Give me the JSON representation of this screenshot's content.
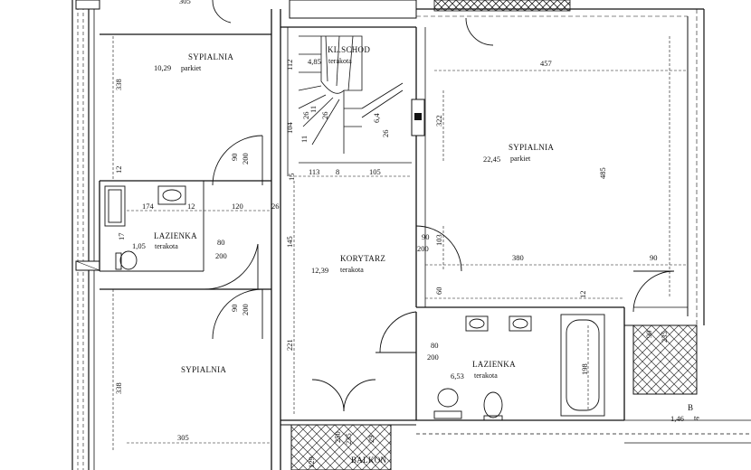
{
  "rooms": {
    "top_dim": "305",
    "bed_tl": {
      "name": "SYPIALNIA",
      "area": "10,29",
      "floor": "parkiet",
      "h": "338",
      "wall": "12"
    },
    "stair": {
      "name": "KL.SCHOD",
      "area": "4,85",
      "floor": "terakota",
      "d112": "112",
      "d104": "104",
      "d26a": "26",
      "d11a": "11",
      "d11b": "11",
      "d26b": "26",
      "d64": "6,4",
      "d26c": "26"
    },
    "bed_tr": {
      "name": "SYPIALNIA",
      "area": "22,45",
      "floor": "parkiet",
      "w": "457",
      "h": "485",
      "d322": "322",
      "w2": "380",
      "d90": "90",
      "d60": "60",
      "d12": "12"
    },
    "door_a": {
      "w": "90",
      "h": "200"
    },
    "hall_dims": {
      "d113": "113",
      "d8": "8",
      "d105": "105",
      "d15": "15",
      "d120": "120",
      "d174": "174",
      "d12": "12",
      "d26": "26",
      "d17": "17"
    },
    "bath_small": {
      "name": "LAZIENKA",
      "area": "1,05",
      "floor": "terakota",
      "door_w": "80",
      "door_h": "200"
    },
    "corridor": {
      "name": "KORYTARZ",
      "area": "12,39",
      "floor": "terakota",
      "d145": "145",
      "d221": "221"
    },
    "door_c": {
      "w": "90",
      "h": "200",
      "d103": "103"
    },
    "door_b": {
      "w": "90",
      "h": "200"
    },
    "bed_bl": {
      "name": "SYPIALNIA",
      "h": "338",
      "w": "305"
    },
    "bath_big": {
      "name": "LAZIENKA",
      "area": "6,53",
      "floor": "terakota",
      "door_w": "80",
      "door_h": "200",
      "d198": "198"
    },
    "door_d": {
      "w": "90",
      "h": "235"
    },
    "balkon": {
      "name": "BALKON",
      "d129": "129",
      "d250": "250",
      "d235": "235",
      "d29": "29"
    },
    "balkon2": {
      "name": "B",
      "area": "1,46",
      "floor": "te"
    }
  }
}
